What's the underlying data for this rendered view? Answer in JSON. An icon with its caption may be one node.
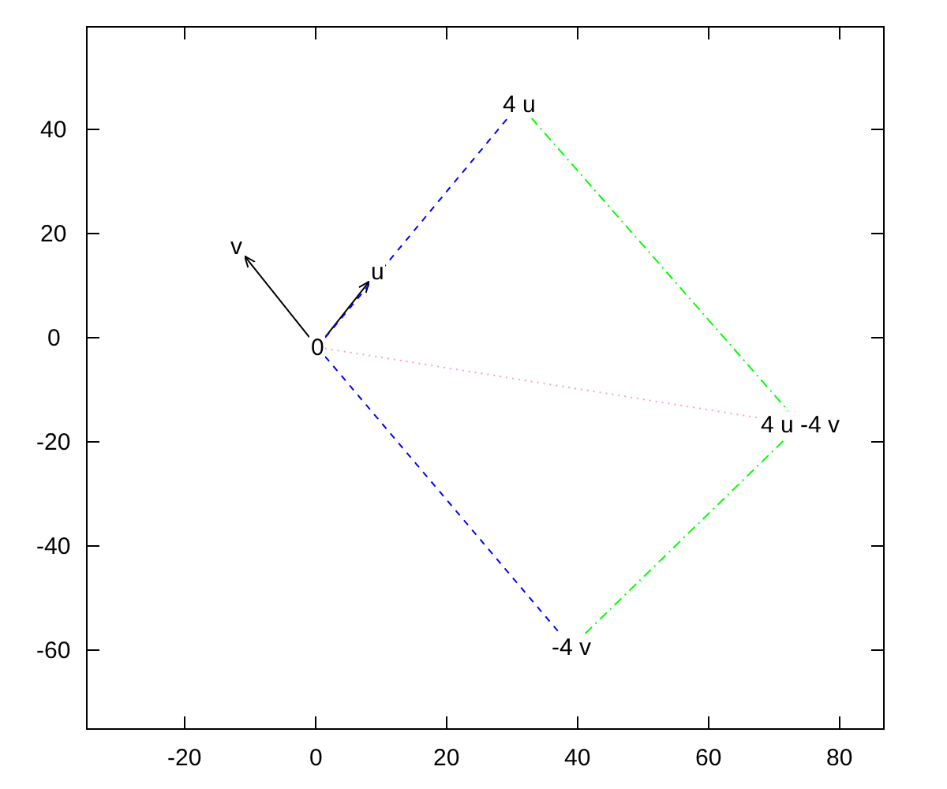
{
  "diagram": {
    "nodes": [
      {
        "text": [
          "0"
        ]
      },
      {
        "text": [
          "u"
        ]
      },
      {
        "text": [
          "v"
        ]
      },
      {
        "text": [
          "4 u"
        ]
      },
      {
        "text": [
          "-4 v"
        ]
      },
      {
        "text": [
          "4 u -4 v"
        ]
      }
    ],
    "edges": [
      {
        "from": 0,
        "to": 1,
        "arrow": "to",
        "color": "#000000"
      },
      {
        "from": 0,
        "to": 2,
        "arrow": "to",
        "color": "#000000"
      },
      {
        "from": 0,
        "to": 3,
        "arrow": "none",
        "style": "dashed",
        "color": "#0000ff"
      },
      {
        "from": 0,
        "to": 4,
        "arrow": "none",
        "style": "dashed",
        "color": "#0000ff"
      },
      {
        "from": 3,
        "to": 5,
        "arrow": "none",
        "style": "dashed",
        "color": "#00ff00"
      },
      {
        "from": 4,
        "to": 5,
        "arrow": "none",
        "style": "dashed",
        "color": "#00ff00"
      },
      {
        "from": 0,
        "to": 5,
        "arrow": "none",
        "style": "dashed",
        "color": "#ff9fbf"
      }
    ],
    "labels": [
      "40",
      "20",
      "0",
      "-20",
      "-40",
      "-60",
      "-20",
      "0",
      "20",
      "40",
      "60",
      "80"
    ]
  }
}
